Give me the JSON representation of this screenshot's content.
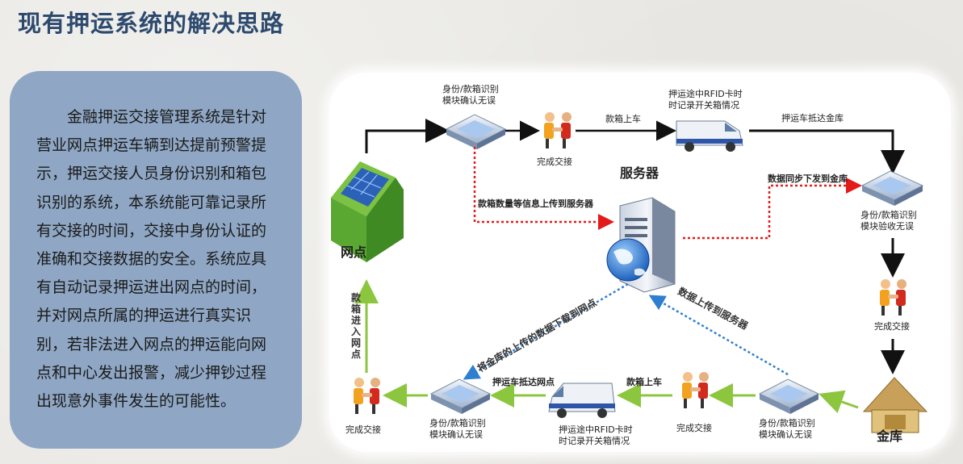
{
  "title": "现有押运系统的解决思路",
  "description": "金融押运交接管理系统是针对营业网点押运车辆到达提前预警提示，押运交接人员身份识别和箱包识别的系统，本系统能可靠记录所有交接的时间，交接中身份认证的准确和交接数据的安全。系统应具有自动记录押运进出网点的时间，并对网点所属的押运进行真实识别，若非法进入网点的押运能向网点和中心发出报警，减少押钞过程出现意外事件发生的可能性。",
  "diagram": {
    "branch_label": "网点",
    "vault_label": "金库",
    "server_label": "服务器",
    "top_id_check": [
      "身份/款箱识别",
      "模块确认无误"
    ],
    "top_handover": "完成交接",
    "top_loading": "款箱上车",
    "top_rfid": [
      "押运途中RFID卡时",
      "时记录开关箱情况"
    ],
    "top_arrive_vault": "押运车抵达金库",
    "upload_info": "款箱数量等信息上传到服务器",
    "sync_down": "数据同步下发到金库",
    "right_id_check_1": "身份/款箱识别",
    "right_id_check_2a": "模块",
    "right_id_check_2b": "验收",
    "right_id_check_2c": "无误",
    "right_handover": "完成交接",
    "vault_upload": "数据上传到服务器",
    "vault_download": "将金库的上传的数据下载到网点",
    "bottom_id_check": [
      "身份/款箱识别",
      "模块确认无误"
    ],
    "bottom_handover_right": "完成交接",
    "bottom_loading": "款箱上车",
    "bottom_rfid": [
      "押运途中RFID卡时",
      "时记录开关箱情况"
    ],
    "bottom_arrive_branch": "押运车抵达网点",
    "bottom_id_check_left": [
      "身份/款箱识别",
      "模块确认无误"
    ],
    "bottom_handover_left": "完成交接",
    "box_enter_branch": "款箱进入网点"
  },
  "colors": {
    "title": "#2d4a6e",
    "panel": "#8fa7c4",
    "arrow_black": "#111111",
    "arrow_green": "#8cc63f",
    "dotted_red": "#e31b1b",
    "dotted_blue": "#2f7fd0",
    "house_green": "#5aa832"
  }
}
